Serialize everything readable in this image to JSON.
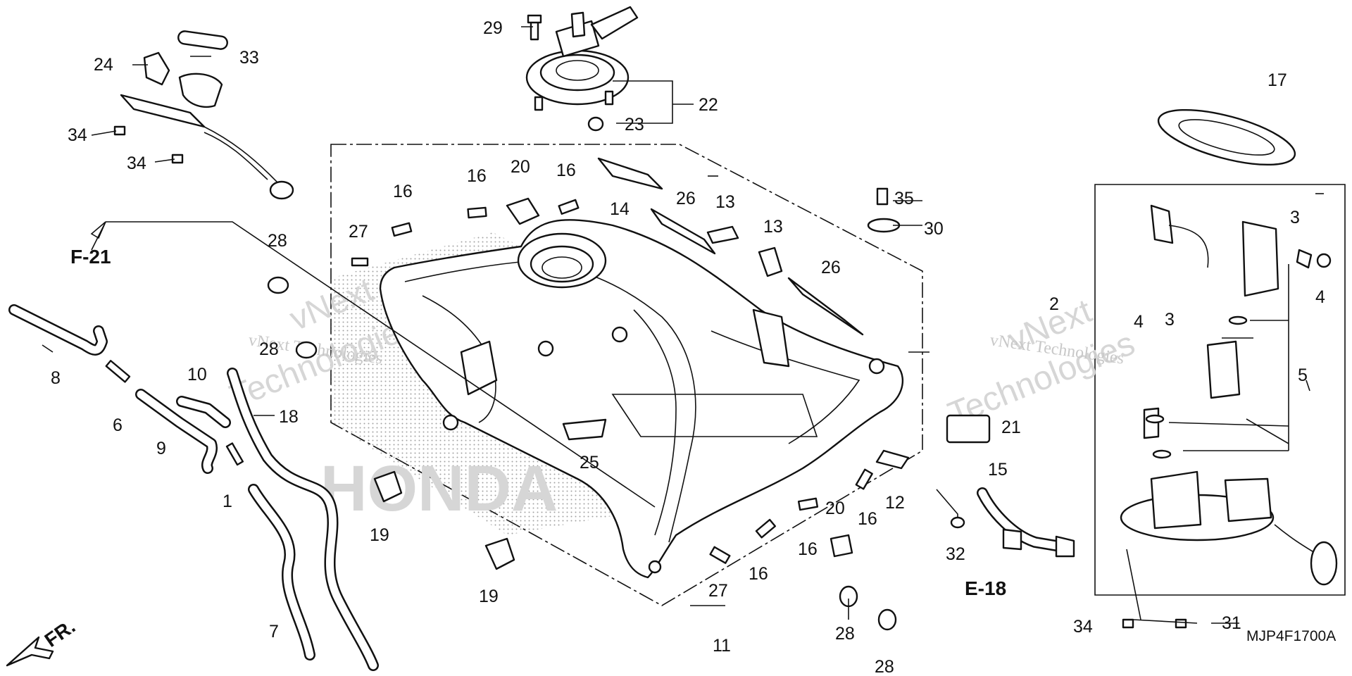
{
  "diagram": {
    "code": "MJP4F1700A",
    "front_label": "FR.",
    "refs": {
      "f21": "F-21",
      "e18": "E-18"
    },
    "watermarks": {
      "line1": "vNext",
      "line2": "Technologies",
      "combined": "vNext Technologies"
    },
    "logo_text": "HONDA",
    "callouts": {
      "c1": "1",
      "c2": "2",
      "c3a": "3",
      "c3b": "3",
      "c4a": "4",
      "c4b": "4",
      "c5": "5",
      "c6": "6",
      "c7": "7",
      "c8": "8",
      "c9": "9",
      "c10": "10",
      "c11": "11",
      "c12": "12",
      "c13a": "13",
      "c13b": "13",
      "c14": "14",
      "c15": "15",
      "c16a": "16",
      "c16b": "16",
      "c16c": "16",
      "c16d": "16",
      "c16e": "16",
      "c16f": "16",
      "c17": "17",
      "c18": "18",
      "c19a": "19",
      "c19b": "19",
      "c20a": "20",
      "c20b": "20",
      "c21": "21",
      "c22": "22",
      "c23": "23",
      "c24": "24",
      "c25": "25",
      "c26a": "26",
      "c26b": "26",
      "c27a": "27",
      "c27b": "27",
      "c28a": "28",
      "c28b": "28",
      "c28c": "28",
      "c28d": "28",
      "c29": "29",
      "c30": "30",
      "c31": "31",
      "c32": "32",
      "c33": "33",
      "c34a": "34",
      "c34b": "34",
      "c34c": "34",
      "c35": "35"
    }
  }
}
